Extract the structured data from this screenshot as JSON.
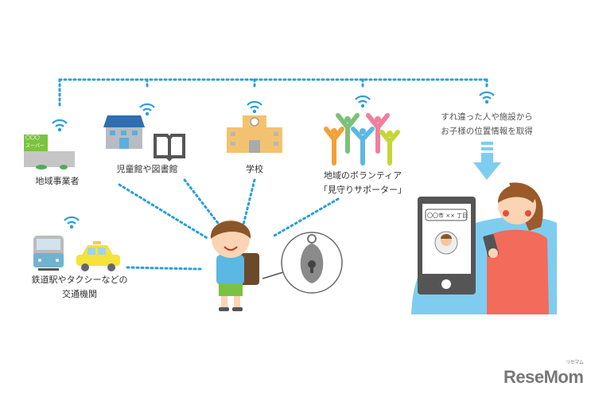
{
  "nodes": {
    "business": {
      "label": "地域事業者",
      "sign": "スーパー",
      "sign_top": "〇〇〇"
    },
    "library": {
      "label": "児童館や図書館"
    },
    "school": {
      "label": "学校"
    },
    "volunteer": {
      "label_line1": "地域のボランティア",
      "label_line2": "「見守りサポーター」"
    },
    "transport": {
      "label_line1": "鉄道駅やタクシーなどの",
      "label_line2": "交通機関"
    }
  },
  "receiver": {
    "note_line1": "すれ違った人や施設から",
    "note_line2": "お子様の位置情報を取得",
    "phone_bubble": "〇〇市 ×× 丁目"
  },
  "colors": {
    "dots": "#2a9fd8",
    "hill": "#7ecdf0",
    "arrow": "#7ecdf0"
  },
  "logo": {
    "text": "ReseMom",
    "ruby": "リセマム"
  }
}
